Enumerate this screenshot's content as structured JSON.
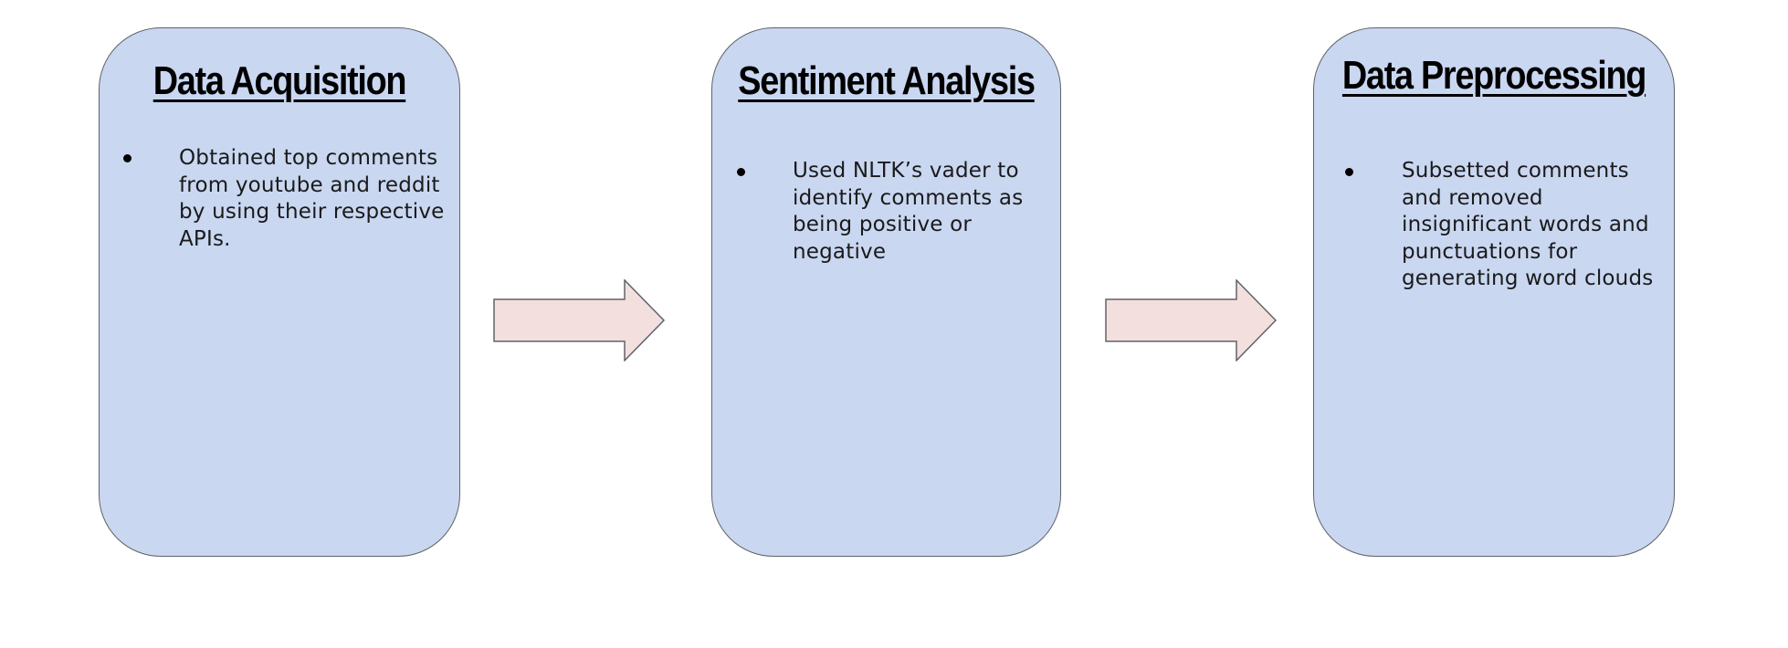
{
  "diagram": {
    "steps": [
      {
        "title": "Data Acquisition",
        "bullet": "Obtained top comments from youtube and reddit by using their respective APIs."
      },
      {
        "title": "Sentiment Analysis",
        "bullet": "Used NLTK’s vader to identify comments as being positive or negative"
      },
      {
        "title": "Data Preprocessing",
        "bullet": "Subsetted comments and removed insignificant words and punctuations for generating word clouds"
      }
    ],
    "colors": {
      "card_fill": "#c9d7f1",
      "card_border": "#5f6368",
      "arrow_fill": "#f4dfdf",
      "arrow_border": "#5f6368",
      "text": "#000000"
    }
  }
}
